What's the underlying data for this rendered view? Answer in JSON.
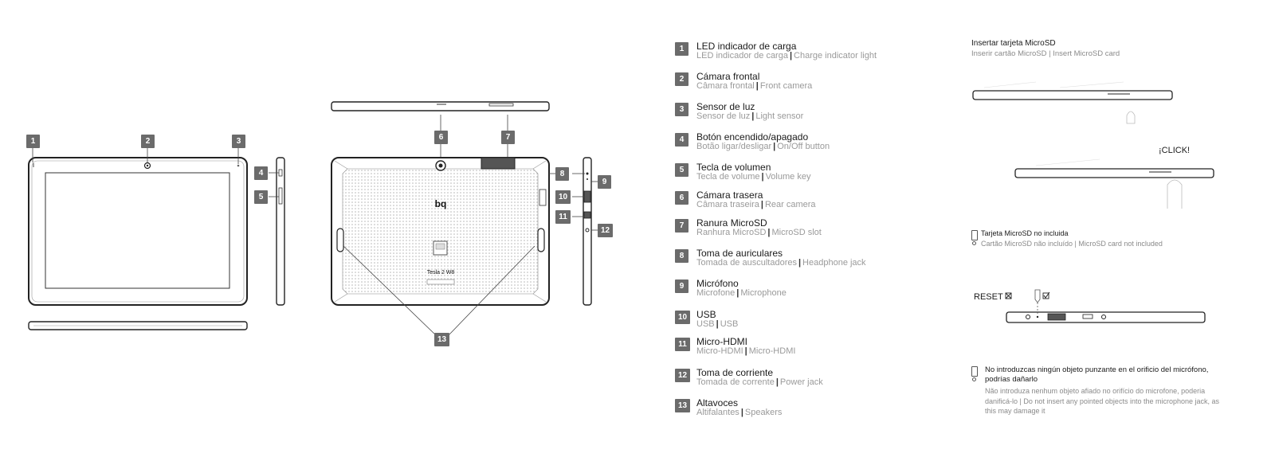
{
  "callouts": [
    "1",
    "2",
    "3",
    "4",
    "5",
    "6",
    "7",
    "8",
    "9",
    "10",
    "11",
    "12",
    "13"
  ],
  "brand_logo": "bq",
  "model_label": "Tesla 2 W8",
  "legend": [
    {
      "num": "1",
      "title": "LED indicador de carga",
      "sub_pt": "LED indicador de carga",
      "sub_en": "Charge indicator light"
    },
    {
      "num": "2",
      "title": "Cámara frontal",
      "sub_pt": "Câmara frontal",
      "sub_en": "Front camera"
    },
    {
      "num": "3",
      "title": "Sensor de luz",
      "sub_pt": "Sensor de luz",
      "sub_en": "Light  sensor"
    },
    {
      "num": "4",
      "title": "Botón encendido/apagado",
      "sub_pt": "Botão ligar/desligar",
      "sub_en": "On/Off button"
    },
    {
      "num": "5",
      "title": "Tecla de volumen",
      "sub_pt": "Tecla de volume",
      "sub_en": "Volume key"
    },
    {
      "num": "6",
      "title": "Cámara trasera",
      "sub_pt": "Câmara traseira",
      "sub_en": "Rear camera"
    },
    {
      "num": "7",
      "title": "Ranura MicroSD",
      "sub_pt": "Ranhura MicroSD",
      "sub_en": "MicroSD slot"
    },
    {
      "num": "8",
      "title": "Toma de auriculares",
      "sub_pt": "Tomada de auscultadores",
      "sub_en": "Headphone jack"
    },
    {
      "num": "9",
      "title": "Micrófono",
      "sub_pt": "Microfone",
      "sub_en": "Microphone"
    },
    {
      "num": "10",
      "title": "USB",
      "sub_pt": "USB",
      "sub_en": "USB"
    },
    {
      "num": "11",
      "title": "Micro-HDMI",
      "sub_pt": "Micro-HDMI",
      "sub_en": "Micro-HDMI"
    },
    {
      "num": "12",
      "title": "Toma de corriente",
      "sub_pt": "Tomada de corrente",
      "sub_en": "Power jack"
    },
    {
      "num": "13",
      "title": "Altavoces",
      "sub_pt": "Altifalantes",
      "sub_en": "Speakers"
    }
  ],
  "microsd": {
    "title": "Insertar tarjeta MicroSD",
    "subtitle": "Inserir cartão MicroSD | Insert MicroSD card",
    "click_label": "¡CLICK!",
    "note_title": "Tarjeta MicroSD no incluida",
    "note_sub": "Cartão MicroSD não incluído | MicroSD card not included"
  },
  "reset": {
    "label": "RESET",
    "warning_title": "No introduzcas ningún objeto punzante en el orificio del micrófono, podrías dañarlo",
    "warning_sub": "Não introduza nenhum objeto afiado no orifício do microfone, poderia danificá-lo | Do not insert any pointed objects into the microphone jack, as this may damage it"
  },
  "colors": {
    "badge": "#6b6b6b",
    "outline": "#222222",
    "muted_text": "#9a9a9a"
  }
}
